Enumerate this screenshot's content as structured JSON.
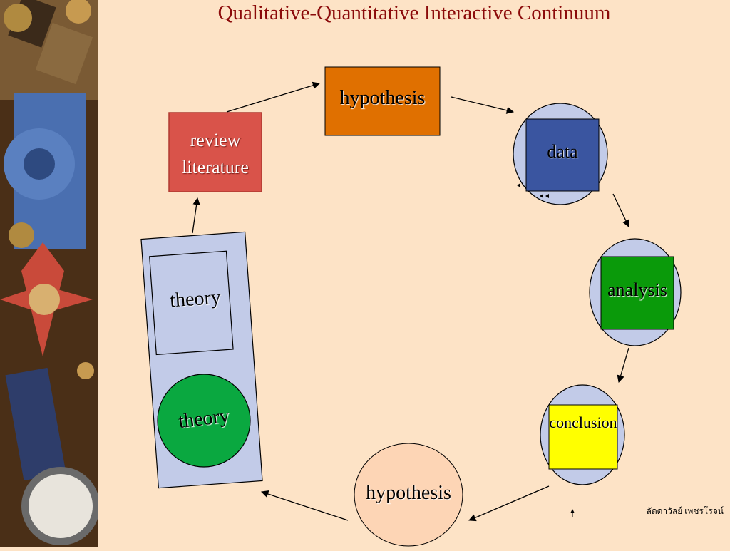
{
  "slide": {
    "title": "Qualitative-Quantitative Interactive Continuum",
    "credit": "ลัดดาวัลย์ เพชรโรจน์"
  },
  "nodes": {
    "review_literature": [
      "review",
      "literature"
    ],
    "hypothesis_top": "hypothesis",
    "data": "data",
    "analysis": "analysis",
    "conclusion": "conclusion",
    "hypothesis_bottom": "hypothesis",
    "theory_square": "theory",
    "theory_circle": "theory"
  },
  "colors": {
    "background": "#fde3c6",
    "title": "#8b0a0a",
    "review_literature": "#d9534a",
    "hypothesis_top": "#e07000",
    "data": "#3a55a0",
    "analysis": "#0a9a0a",
    "conclusion": "#ffff00",
    "node_circle": "#c2cbe8",
    "hypothesis_circle": "#fdd5b5",
    "theory_panel": "#c2cbe8",
    "theory_circle": "#0aa840"
  },
  "side_image": "decorative-medals-photo"
}
